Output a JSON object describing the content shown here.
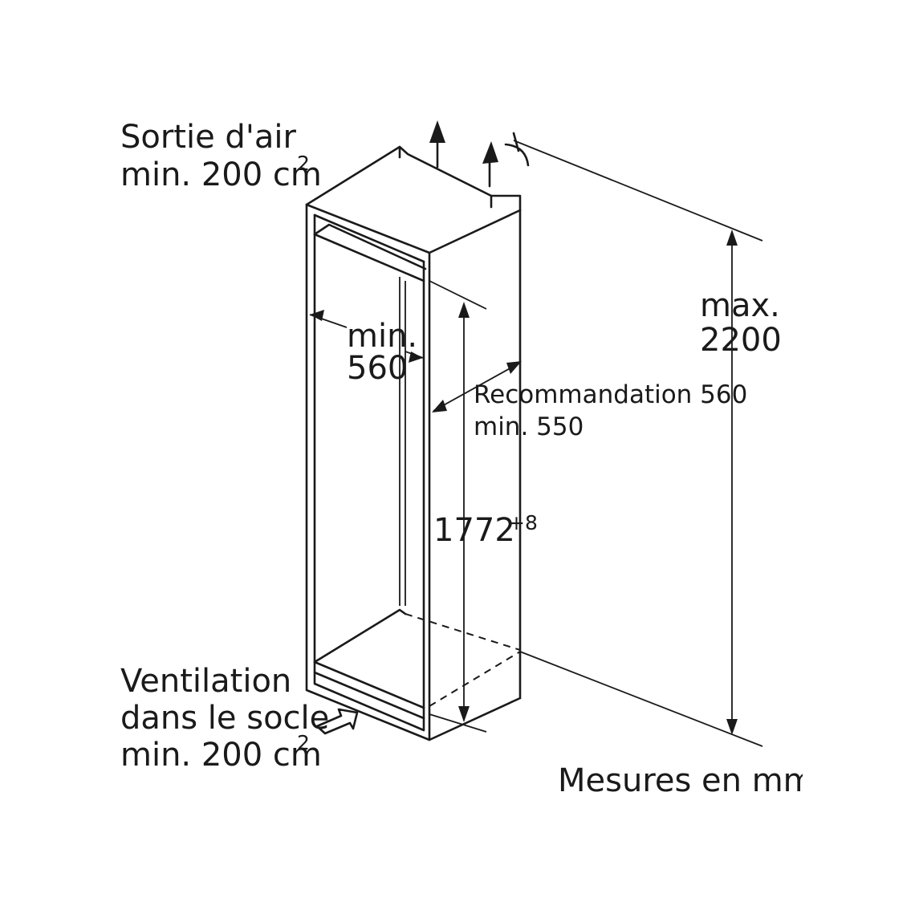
{
  "labels": {
    "air_outlet_line1": "Sortie d'air",
    "air_outlet_line2": "min. 200 cm",
    "air_outlet_sup": "2",
    "width_line1": "min.",
    "width_line2": "560",
    "depth_line1": "Recommandation 560",
    "depth_line2": "min. 550",
    "niche_height": "1772",
    "niche_height_tol": "+8",
    "max_height_line1": "max.",
    "max_height_line2": "2200",
    "plinth_line1": "Ventilation",
    "plinth_line2": "dans le socle",
    "plinth_line3": "min. 200 cm",
    "plinth_sup": "2",
    "units": "Mesures en mm"
  },
  "colors": {
    "line": "#1a1a1a",
    "background": "#ffffff"
  }
}
